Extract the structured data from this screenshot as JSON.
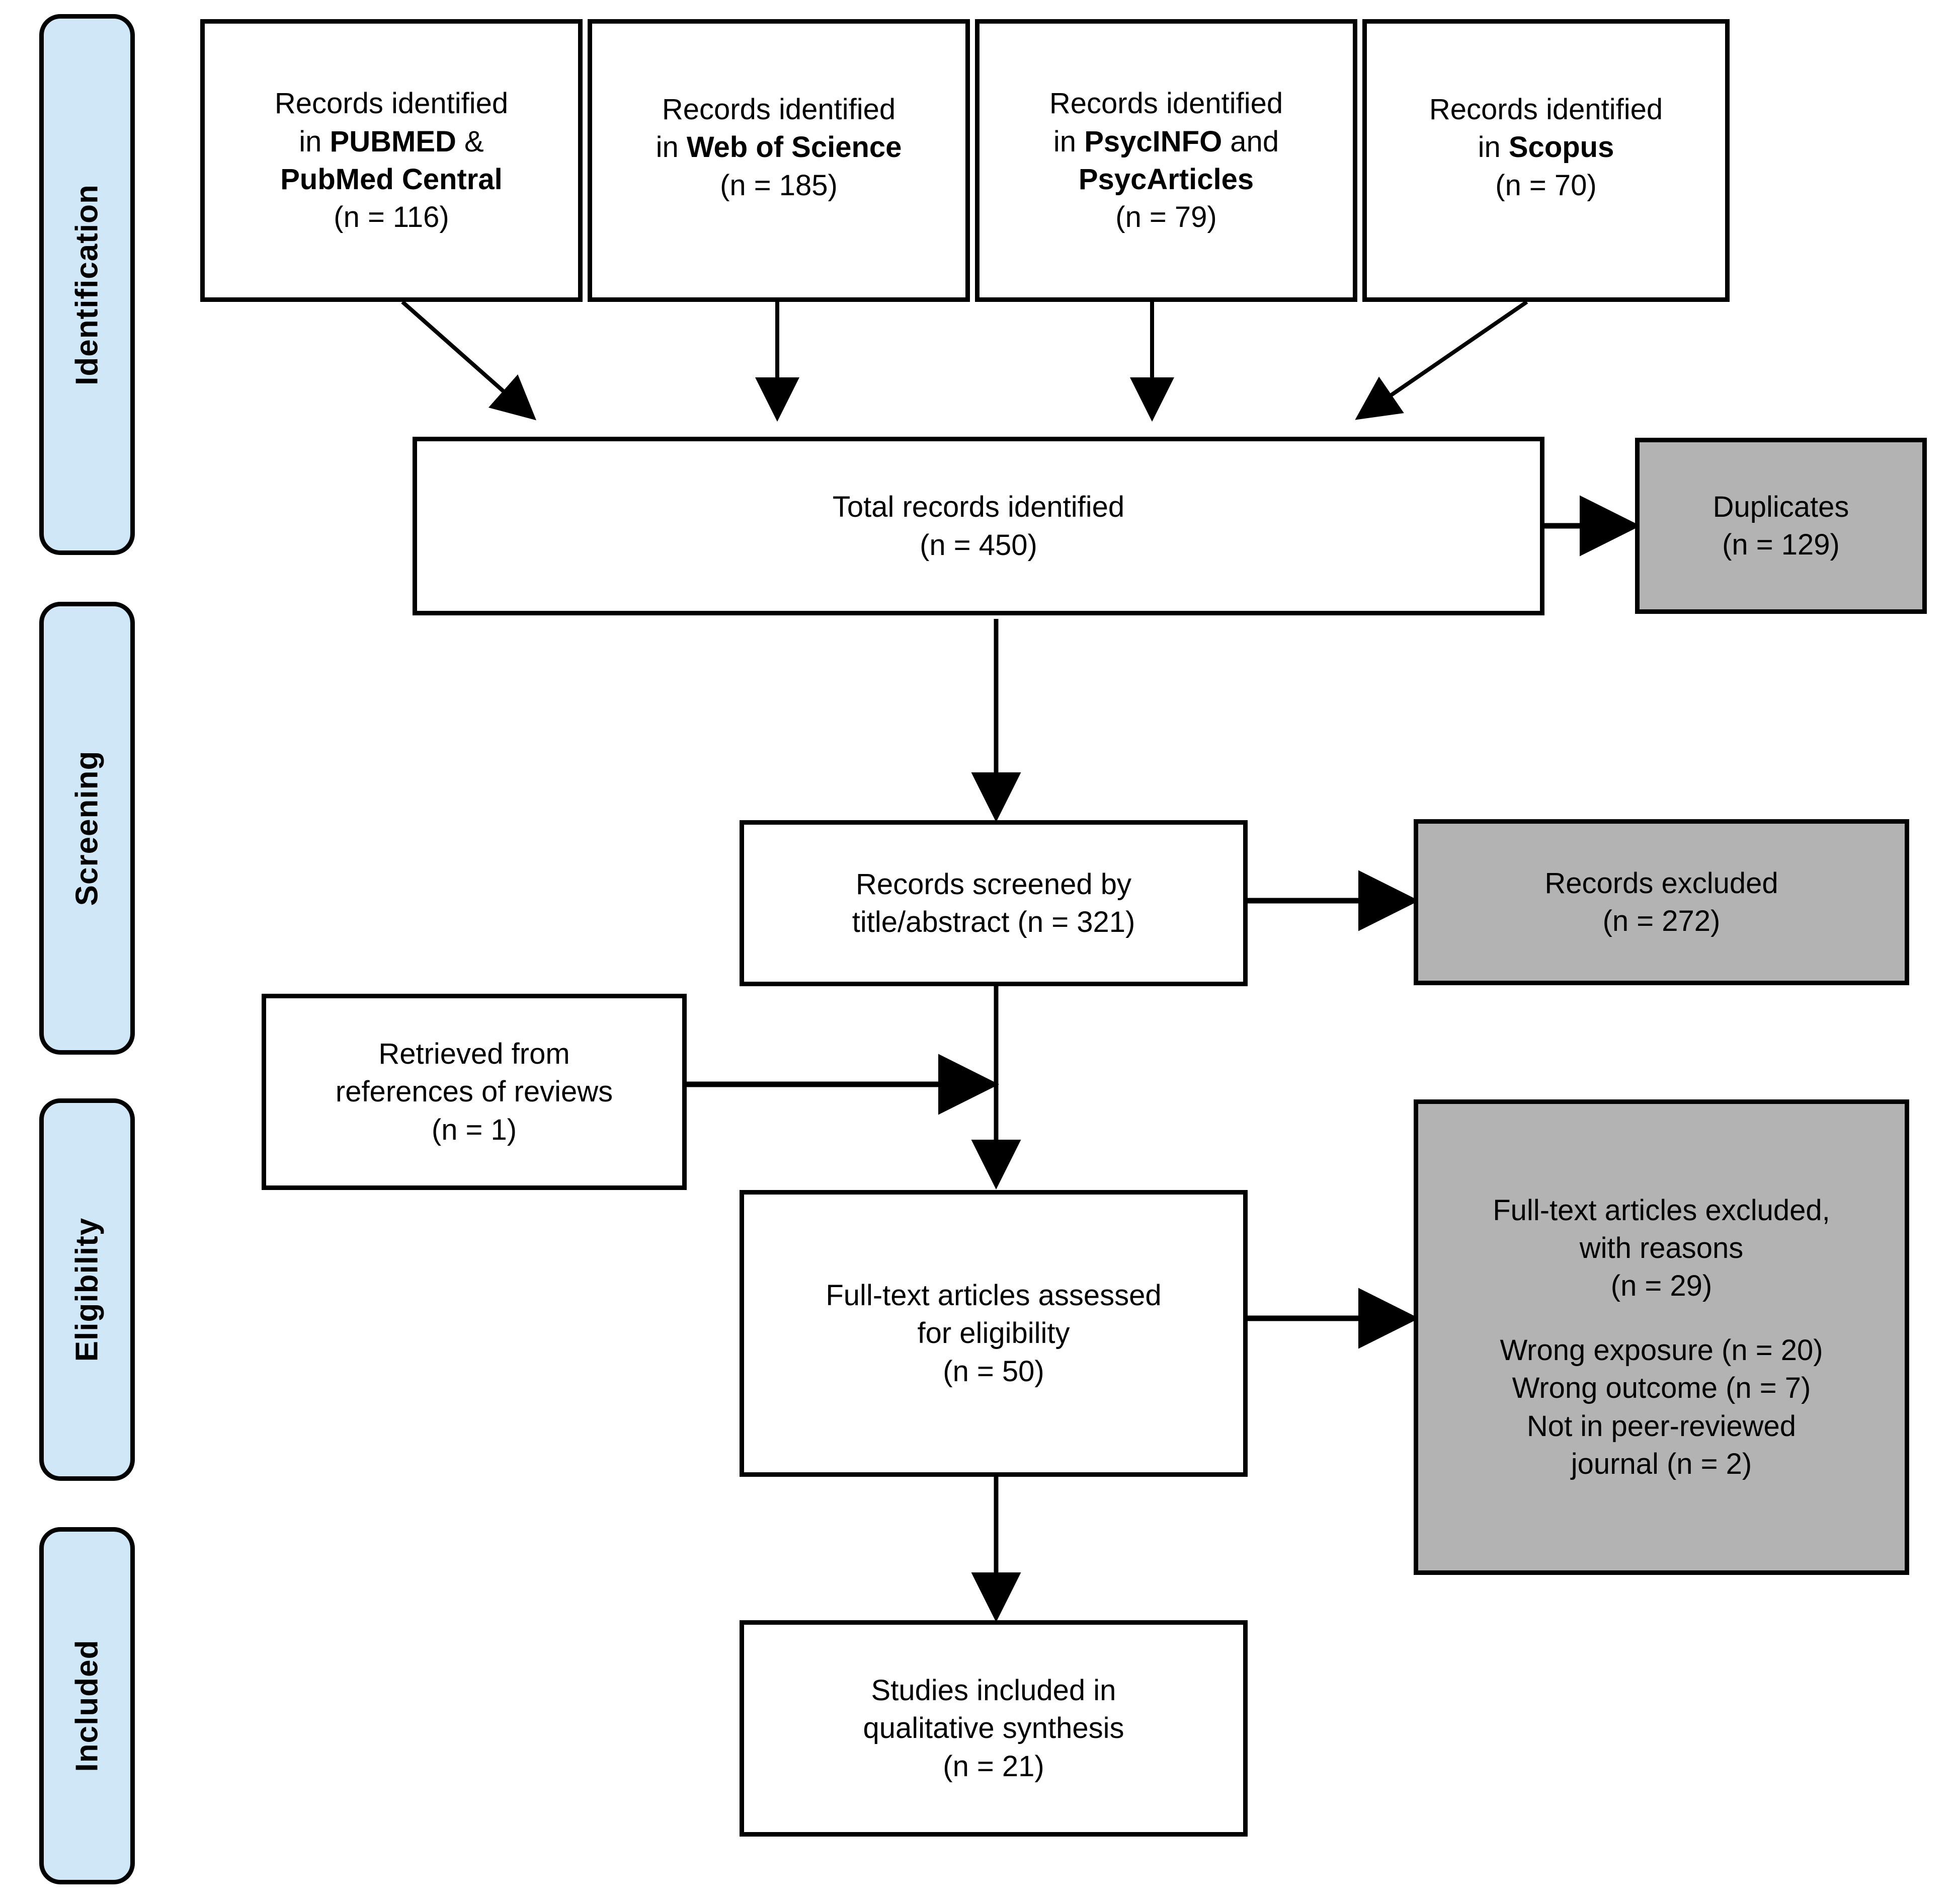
{
  "diagram": {
    "type": "prisma-flow-diagram",
    "phases": [
      {
        "id": "identification",
        "label": "Identification"
      },
      {
        "id": "screening",
        "label": "Screening"
      },
      {
        "id": "eligibility",
        "label": "Eligibility"
      },
      {
        "id": "included",
        "label": "Included"
      }
    ],
    "sources": [
      {
        "id": "pubmed",
        "line1": "Records identified",
        "line2_pre": "in ",
        "line2_bold": "PUBMED",
        "line2_post": " &",
        "line3_bold": "PubMed Central",
        "count": "(n = 116)"
      },
      {
        "id": "web-of-science",
        "line1": "Records identified",
        "line2_pre": "in ",
        "line2_bold": "Web of Science",
        "line2_post": "",
        "line3_bold": "",
        "count": "(n = 185)"
      },
      {
        "id": "psycinfo",
        "line1": "Records identified",
        "line2_pre": "in ",
        "line2_bold": "PsycINFO",
        "line2_post": " and",
        "line3_bold": "PsycArticles",
        "count": "(n = 79)"
      },
      {
        "id": "scopus",
        "line1": "Records identified",
        "line2_pre": "in ",
        "line2_bold": "Scopus",
        "line2_post": "",
        "line3_bold": "",
        "count": "(n = 70)"
      }
    ],
    "total_records": {
      "line1": "Total records identified",
      "count": "(n = 450)"
    },
    "duplicates": {
      "line1": "Duplicates",
      "count": "(n = 129)"
    },
    "records_screened": {
      "line1": "Records screened  by",
      "line2": "title/abstract (n = 321)"
    },
    "records_excluded": {
      "line1": "Records excluded",
      "count": "(n = 272)"
    },
    "retrieved_refs": {
      "line1": "Retrieved from",
      "line2": "references of reviews",
      "count": "(n = 1)"
    },
    "fulltext_assessed": {
      "line1": "Full-text articles assessed",
      "line2": "for eligibility",
      "count": "(n = 50)"
    },
    "fulltext_excluded": {
      "line1": "Full-text articles excluded,",
      "line2": "with reasons",
      "count": "(n = 29)",
      "reasons": [
        "Wrong exposure (n = 20)",
        "Wrong outcome (n = 7)",
        "Not in peer-reviewed",
        "journal (n = 2)"
      ]
    },
    "studies_included": {
      "line1": "Studies included in",
      "line2": "qualitative synthesis",
      "count": "(n = 21)"
    },
    "colors": {
      "phase_fill": "#cfe7f7",
      "box_fill": "#ffffff",
      "excluded_fill": "#b3b3b3",
      "stroke": "#000000",
      "text": "#000000"
    }
  }
}
